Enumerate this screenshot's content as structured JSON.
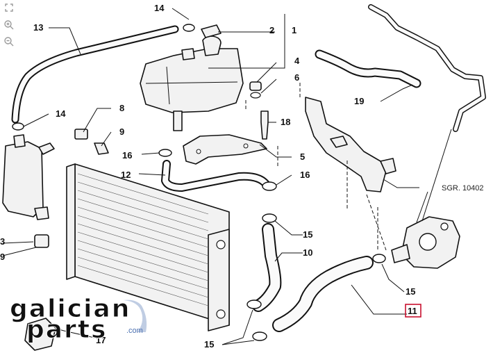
{
  "toolbar": {
    "expand_icon": "expand-icon",
    "zoom_in_icon": "zoom-in-icon",
    "zoom_out_icon": "zoom-out-icon"
  },
  "callouts": {
    "c1": "1",
    "c2": "2",
    "c3": "3",
    "c4": "4",
    "c5": "5",
    "c6": "6",
    "c8": "8",
    "c9a": "9",
    "c9b": "9",
    "c10": "10",
    "c11": "11",
    "c12": "12",
    "c13": "13",
    "c14a": "14",
    "c14b": "14",
    "c15a": "15",
    "c15b": "15",
    "c15c": "15",
    "c16a": "16",
    "c16b": "16",
    "c17": "17",
    "c18": "18",
    "c19": "19"
  },
  "reference_label": "SGR. 10402",
  "watermark": {
    "line1": "galician",
    "line2": "parts",
    "suffix": ".com"
  },
  "colors": {
    "highlight_box": "#c8102e",
    "logo_blue": "#4a6fb0"
  }
}
